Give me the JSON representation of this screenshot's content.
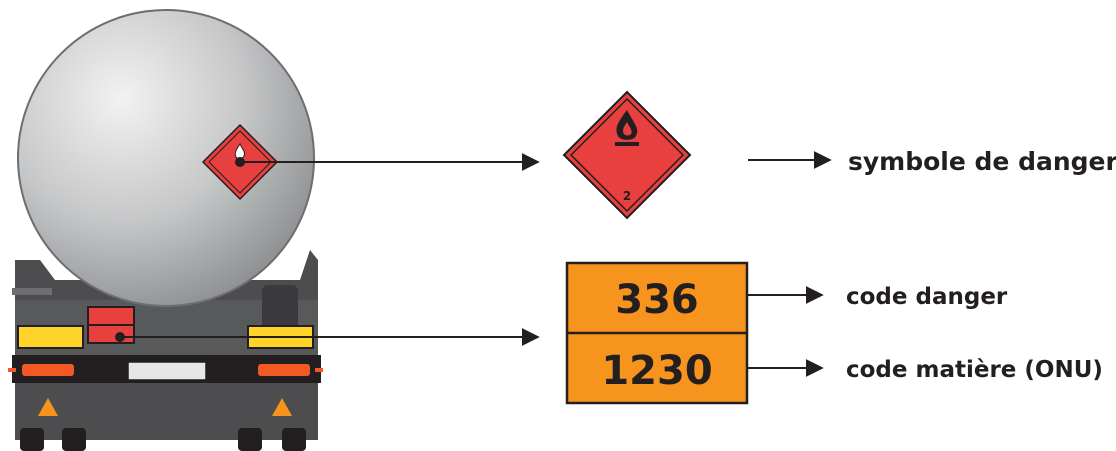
{
  "colors": {
    "hazard_red": "#e8403f",
    "orange_plate": "#f7941d",
    "tank_silver": "#bcbec0",
    "truck_dark": "#4d4d4f",
    "arrow": "#231f20"
  },
  "diamond": {
    "class_number": "2",
    "icon": "flame-icon"
  },
  "plate": {
    "top_code": "336",
    "bottom_code": "1230"
  },
  "labels": {
    "danger_symbol": "symbole de danger",
    "danger_code": "code danger",
    "material_code": "code matière (ONU)"
  }
}
